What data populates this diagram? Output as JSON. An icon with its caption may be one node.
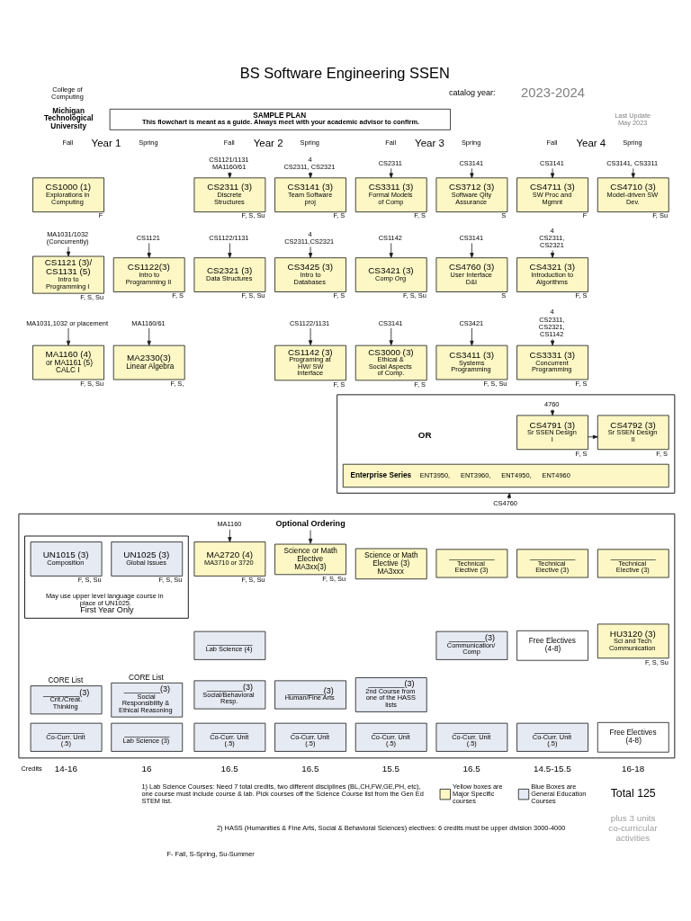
{
  "diagram": {
    "title": "BS Software Engineering SSEN",
    "nodes": [
      {
        "text": [
          "SAMPLE PLAN",
          "This flowchart is meant as a guide. Always meet with your academic advisor to confirm."
        ]
      },
      {
        "text": [
          "CS1000 (1)",
          "Explorations in Computing"
        ],
        "beside": [
          "F"
        ]
      },
      {
        "text": [
          "MA1031/1032 (Concurrently)"
        ]
      },
      {
        "text": [
          "CS1121 (3)/ CS1131 (5)",
          "Intro to Programming I"
        ],
        "beside": [
          "F, S, Su"
        ]
      },
      {
        "text": [
          "MA1031,1032 or placement"
        ]
      },
      {
        "text": [
          "MA1160 (4)",
          "or MA1161 (5)",
          "CALC I"
        ],
        "beside": [
          "F, S, Su"
        ]
      },
      {
        "text": [
          "CS1121"
        ]
      },
      {
        "text": [
          "CS1122(3)",
          "Intro to Programming II"
        ],
        "beside": [
          "F, S"
        ]
      },
      {
        "text": [
          "MA1160/61"
        ]
      },
      {
        "text": [
          "MA2330(3)",
          "Linear Algebra"
        ],
        "beside": [
          "F, S,"
        ]
      },
      {
        "text": [
          "CS1121/1131 MA1160/61"
        ]
      },
      {
        "text": [
          "CS2311 (3)",
          "Discrete Structures"
        ],
        "beside": [
          "F, S, Su"
        ]
      },
      {
        "text": [
          "CS1122/1131"
        ]
      },
      {
        "text": [
          "CS2321 (3)",
          "Data Structures"
        ],
        "beside": [
          "F, S, Su"
        ]
      },
      {
        "text": [
          "4",
          "CS2311, CS2321"
        ]
      },
      {
        "text": [
          "CS3141 (3)",
          "Team Software proj"
        ],
        "beside": [
          "F, S"
        ]
      },
      {
        "text": [
          "4",
          "CS2311,CS2321"
        ]
      },
      {
        "text": [
          "CS3425 (3)",
          "Intro to Databases"
        ],
        "beside": [
          "F, S"
        ]
      },
      {
        "text": [
          "CS1122/1131"
        ]
      },
      {
        "text": [
          "CS1142 (3)",
          "Programing at HW/ SW Interface"
        ],
        "beside": [
          "F, S"
        ]
      },
      {
        "text": [
          "CS2311"
        ]
      },
      {
        "text": [
          "CS3311 (3)",
          "Formal Models of Comp"
        ],
        "beside": [
          "F, S"
        ]
      },
      {
        "text": [
          "CS1142"
        ]
      },
      {
        "text": [
          "CS3421 (3)",
          "Comp Org"
        ],
        "beside": [
          "F, S, Su"
        ]
      },
      {
        "text": [
          "CS3141"
        ]
      },
      {
        "text": [
          "CS3000 (3)",
          "Ethical & Social Aspects of Comp."
        ],
        "beside": [
          "F, S"
        ]
      },
      {
        "text": [
          "CS3141"
        ]
      },
      {
        "text": [
          "CS3712 (3)",
          "Software Qlty Assurance"
        ],
        "beside": [
          "S"
        ]
      },
      {
        "text": [
          "CS3141"
        ]
      },
      {
        "text": [
          "CS4760 (3)",
          "User Interface D&I"
        ],
        "beside": [
          "S"
        ]
      },
      {
        "text": [
          "CS3421"
        ]
      },
      {
        "text": [
          "CS3411 (3)",
          "Systems Programming"
        ],
        "beside": [
          "F, S, Su"
        ]
      },
      {
        "text": [
          "CS3141"
        ]
      },
      {
        "text": [
          "CS4711 (3)",
          "SW Proc and Mgmnt"
        ],
        "beside": [
          "F"
        ]
      },
      {
        "text": [
          "4",
          "CS2311, CS2321"
        ]
      },
      {
        "text": [
          "CS4321 (3)",
          "Introduction to Algorithms"
        ],
        "beside": [
          "F, S"
        ]
      },
      {
        "text": [
          "4",
          "CS2311, CS2321, CS1142"
        ]
      },
      {
        "text": [
          "CS3331 (3)",
          "Concurrent Programming"
        ],
        "beside": [
          "F, S"
        ]
      },
      {
        "text": [
          "CS3141, CS3311"
        ]
      },
      {
        "text": [
          "CS4710 (3)",
          "Model-driven SW Dev."
        ],
        "beside": [
          "F, Su"
        ]
      },
      {
        "text": [],
        "shape": "box"
      },
      {
        "text": [
          "4760"
        ],
        "in": 40
      },
      {
        "text": [
          "CS4791 (3)",
          "Sr SSEN Design I"
        ],
        "beside": [
          "F, S"
        ],
        "in": 40
      },
      {
        "text": [
          "CS4792 (3)",
          "Sr SSEN Design II"
        ],
        "beside": [
          "F, S"
        ],
        "in": 40
      },
      {
        "text": [
          "Enterprise Series",
          "ENT3950,",
          "ENT3960,",
          "ENT4950,",
          "ENT4960"
        ],
        "in": 40
      },
      {
        "text": [
          "CS4760"
        ]
      },
      {
        "text": [],
        "shape": "box"
      },
      {
        "text": [
          "May use upper level language course in place of UN1025.",
          "First Year Only"
        ],
        "in": 46
      },
      {
        "text": [
          "UN1015 (3)",
          "Composition"
        ],
        "beside": [
          "F, S, Su"
        ],
        "in": 47
      },
      {
        "text": [
          "UN1025 (3)",
          "Global Issues"
        ],
        "beside": [
          "F, S, Su"
        ],
        "in": 47
      },
      {
        "text": [
          "CORE List",
          "________(3)",
          "Crit./Creat. Thinking"
        ],
        "in": 46
      },
      {
        "text": [
          "________",
          "Co-Curr. Unit (.5)"
        ],
        "in": 46
      },
      {
        "text": [
          "CORE List",
          "________(3)",
          "Social Responsibility & Ethical Reasoning"
        ],
        "in": 46
      },
      {
        "text": [
          "__________",
          "Lab Science (3)"
        ],
        "in": 46
      },
      {
        "text": [
          "MA1160"
        ],
        "in": 46
      },
      {
        "text": [
          "MA2720 (4)",
          "MA3710 or 3720"
        ],
        "beside": [
          "F, S, Su"
        ],
        "in": 46
      },
      {
        "text": [
          "__________",
          "Lab Science (4)"
        ],
        "in": 46
      },
      {
        "text": [
          "________(3)",
          "Social/Behavioral Resp."
        ],
        "in": 46
      },
      {
        "text": [
          "________",
          "Co-Curr. Unit (.5)"
        ],
        "in": 46
      },
      {
        "text": [
          "Science or Math Elective MA3xx(3)"
        ],
        "beside": [
          "F, S, Su"
        ],
        "in": 46
      },
      {
        "text": [
          "________(3)",
          "Human/Fine Arts"
        ],
        "in": 46
      },
      {
        "text": [
          "________",
          "Co-Curr. Unit (.5)"
        ],
        "in": 46
      },
      {
        "text": [
          "Science or Math Elective (3) MA3xxx"
        ],
        "in": 46
      },
      {
        "text": [
          "________(3)",
          "2nd Course from one of the HASS lists"
        ],
        "in": 46
      },
      {
        "text": [
          "________",
          "Co-Curr. Unit (.5)"
        ],
        "in": 46
      },
      {
        "text": [
          "__________",
          "Technical Elective (3)"
        ],
        "in": 46
      },
      {
        "text": [
          "________(3)",
          "Communication/ Comp"
        ],
        "in": 46
      },
      {
        "text": [
          "________",
          "Co-Curr. Unit (.5)"
        ],
        "in": 46
      },
      {
        "text": [
          "__________",
          "Technical Elective (3)"
        ],
        "in": 46
      },
      {
        "text": [
          "Free Electives (4-8)"
        ],
        "in": 46
      },
      {
        "text": [
          "________",
          "Co-Curr. Unit (.5)"
        ],
        "in": 46
      },
      {
        "text": [
          "__________",
          "Technical Elective (3)"
        ],
        "in": 46
      },
      {
        "text": [
          "HU3120 (3)",
          "Sci and Tech Communication"
        ],
        "beside": [
          "F, S, Su"
        ],
        "in": 46
      },
      {
        "text": [
          "Free Electives (4-8)"
        ],
        "in": 46
      },
      {
        "text": [
          "Optional Ordering"
        ],
        "in": 46
      }
    ],
    "edges": [
      {
        "from": 2,
        "to": 3,
        "arrow": "to"
      },
      {
        "from": 4,
        "to": 5,
        "arrow": "to"
      },
      {
        "from": 6,
        "to": 7,
        "arrow": "to"
      },
      {
        "from": 8,
        "to": 9,
        "arrow": "to"
      },
      {
        "from": 10,
        "to": 11,
        "arrow": "to"
      },
      {
        "from": 12,
        "to": 13,
        "arrow": "to"
      },
      {
        "from": 14,
        "to": 15,
        "arrow": "to"
      },
      {
        "from": 16,
        "to": 17,
        "arrow": "to"
      },
      {
        "from": 18,
        "to": 19,
        "arrow": "to"
      },
      {
        "from": 20,
        "to": 21,
        "arrow": "to"
      },
      {
        "from": 22,
        "to": 23,
        "arrow": "to"
      },
      {
        "from": 24,
        "to": 25,
        "arrow": "to"
      },
      {
        "from": 26,
        "to": 27,
        "arrow": "to"
      },
      {
        "from": 28,
        "to": 29,
        "arrow": "to"
      },
      {
        "from": 30,
        "to": 31,
        "arrow": "to"
      },
      {
        "from": 32,
        "to": 33,
        "arrow": "to"
      },
      {
        "from": 34,
        "to": 35,
        "arrow": "to"
      },
      {
        "from": 36,
        "to": 37,
        "arrow": "to"
      },
      {
        "from": 38,
        "to": 39,
        "arrow": "to"
      },
      {
        "from": 41,
        "to": 42,
        "arrow": "to"
      },
      {
        "from": 42,
        "to": 43,
        "arrow": "to"
      },
      {
        "from": 45,
        "to": 40,
        "arrow": "to"
      },
      {
        "from": 54,
        "to": 55,
        "arrow": "to"
      },
      {
        "from": 74,
        "to": 59,
        "arrow": "to"
      }
    ],
    "labels": [
      "College of Computing",
      "Michigan Technological University",
      "catalog year:",
      "2023-2024",
      "Last Update May 2023",
      "Fall",
      "Year 1",
      "Spring",
      "Fall",
      "Year 2",
      "Spring",
      "Fall",
      "Year 3",
      "Spring",
      "Fall",
      "Year 4",
      "Spring",
      "OR",
      "Credits",
      "14-16",
      "16",
      "16.5",
      "16.5",
      "15.5",
      "16.5",
      "14.5-15.5",
      "16-18",
      "Total 125",
      "plus 3 units co-curricular activities",
      "1) Lab Science Courses: Need 7 total credits, two different disciplines (BL,CH,FW,GE,PH, etc), one course must include course & lab. Pick courses off the Science Course list from the Gen Ed STEM list.",
      "2) HASS (Humanities & Fine Arts, Social & Behavioral Sciences) electives: 6 credits must be upper division 3000-4000",
      "F- Fall, S-Spring, Su-Summer"
    ],
    "legend": [
      {
        "text": "Yellow boxes are Major Specific courses",
        "color": "#fcf7c4"
      },
      {
        "text": "Blue Boxes are General Education Courses",
        "color": "#e6eaf3"
      }
    ]
  }
}
